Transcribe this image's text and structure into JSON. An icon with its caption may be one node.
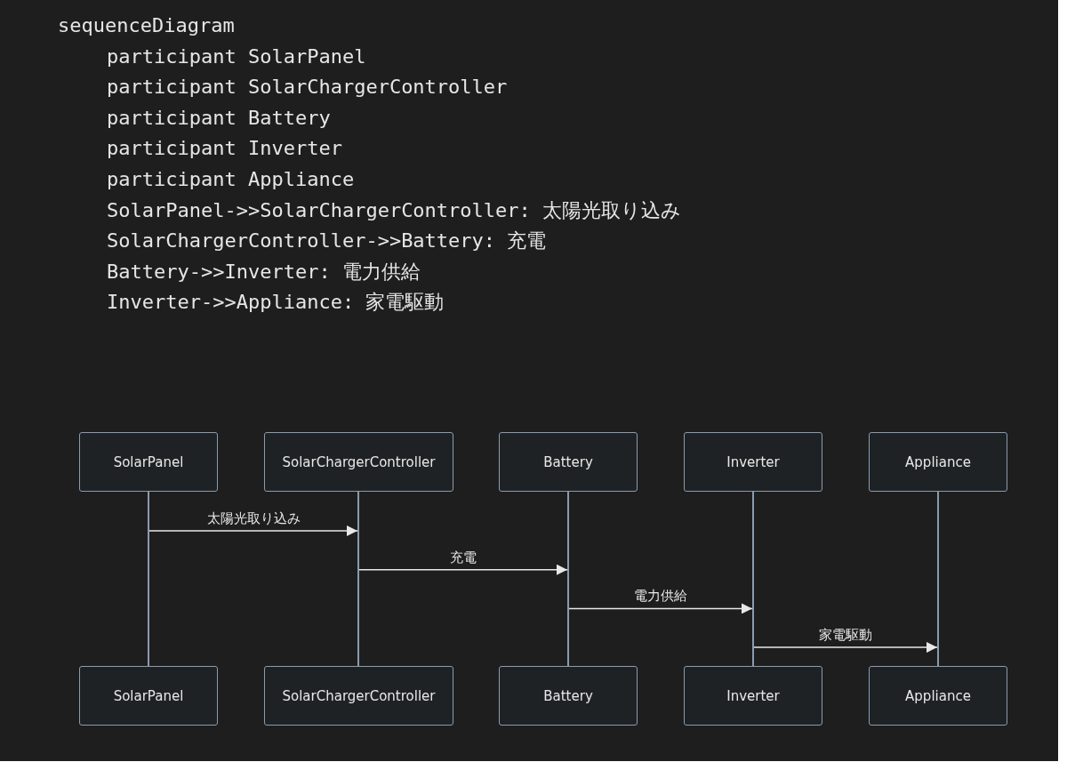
{
  "diagram": {
    "nodes": [
      {
        "text": [
          "SolarPanel"
        ]
      },
      {
        "text": [
          "SolarChargerController"
        ]
      },
      {
        "text": [
          "Battery"
        ]
      },
      {
        "text": [
          "Inverter"
        ]
      },
      {
        "text": [
          "Appliance"
        ]
      },
      {
        "text": [],
        "shape": "bar"
      },
      {
        "text": [],
        "shape": "bar"
      },
      {
        "text": [],
        "shape": "bar"
      },
      {
        "text": [],
        "shape": "bar"
      },
      {
        "text": [],
        "shape": "bar"
      },
      {
        "text": [
          "SolarPanel"
        ]
      },
      {
        "text": [
          "SolarChargerController"
        ]
      },
      {
        "text": [
          "Battery"
        ]
      },
      {
        "text": [
          "Inverter"
        ]
      },
      {
        "text": [
          "Appliance"
        ]
      }
    ],
    "edges": [
      {
        "from": 5,
        "to": 6,
        "arrow": "to",
        "label": "太陽光取り込み"
      },
      {
        "from": 6,
        "to": 7,
        "arrow": "to",
        "label": "充電"
      },
      {
        "from": 7,
        "to": 8,
        "arrow": "to",
        "label": "電力供給"
      },
      {
        "from": 8,
        "to": 9,
        "arrow": "to",
        "label": "家電駆動"
      }
    ],
    "labels": [
      "sequenceDiagram",
      "participant SolarPanel",
      "participant SolarChargerController",
      "participant Battery",
      "participant Inverter",
      "participant Appliance",
      "SolarPanel->>SolarChargerController: 太陽光取り込み",
      "SolarChargerController->>Battery: 充電",
      "Battery->>Inverter: 電力供給",
      "Inverter->>Appliance: 家電駆動"
    ]
  }
}
